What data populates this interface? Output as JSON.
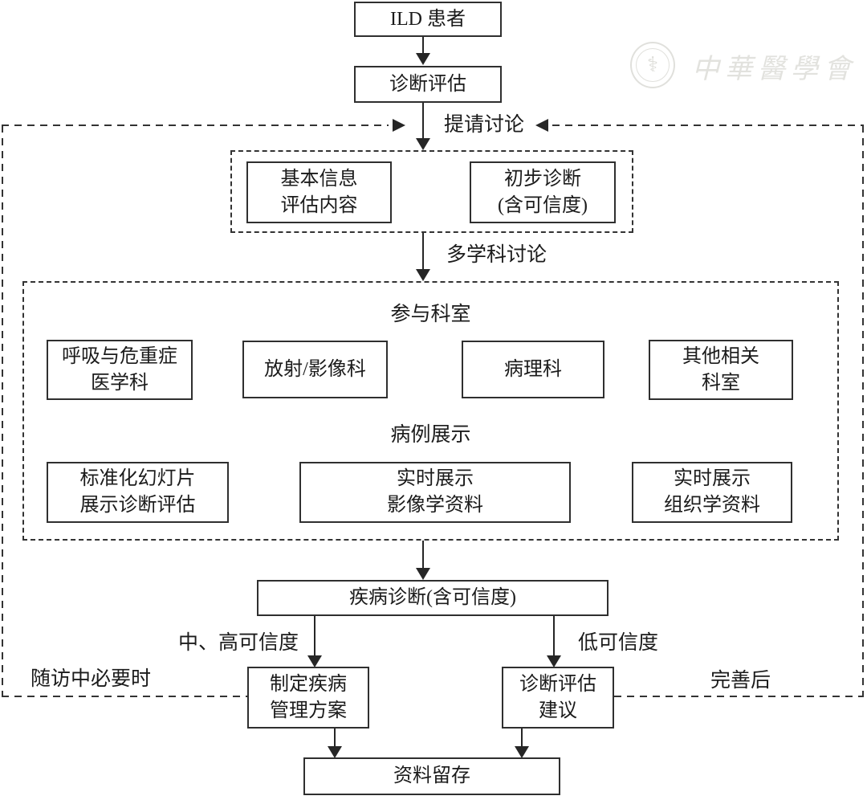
{
  "watermark": {
    "org_name": "中華醫學會",
    "seal_icon": "caduceus-seal",
    "color": "#e2e2de"
  },
  "nodes": {
    "ild_patient": "ILD 患者",
    "diagnosis_assessment": "诊断评估",
    "basic_info": "基本信息\n评估内容",
    "preliminary_diagnosis": "初步诊断\n(含可信度)",
    "disease_diagnosis": "疾病诊断(含可信度)",
    "management_plan": "制定疾病\n管理方案",
    "assessment_advice": "诊断评估\n建议",
    "data_retention": "资料留存"
  },
  "labels": {
    "request_discussion": "提请讨论",
    "mdt_discussion": "多学科讨论",
    "mid_high_confidence": "中、高可信度",
    "low_confidence": "低可信度",
    "followup_when_necessary": "随访中必要时",
    "after_completion": "完善后"
  },
  "mdt_panel": {
    "departments_title": "参与科室",
    "departments": [
      "呼吸与危重症\n医学科",
      "放射/影像科",
      "病理科",
      "其他相关\n科室"
    ],
    "presentation_title": "病例展示",
    "presentations": [
      "标准化幻灯片\n展示诊断评估",
      "实时展示\n影像学资料",
      "实时展示\n组织学资料"
    ]
  },
  "colors": {
    "background": "#ffffff",
    "line": "#2f2f2f",
    "text": "#1b1b1b"
  }
}
